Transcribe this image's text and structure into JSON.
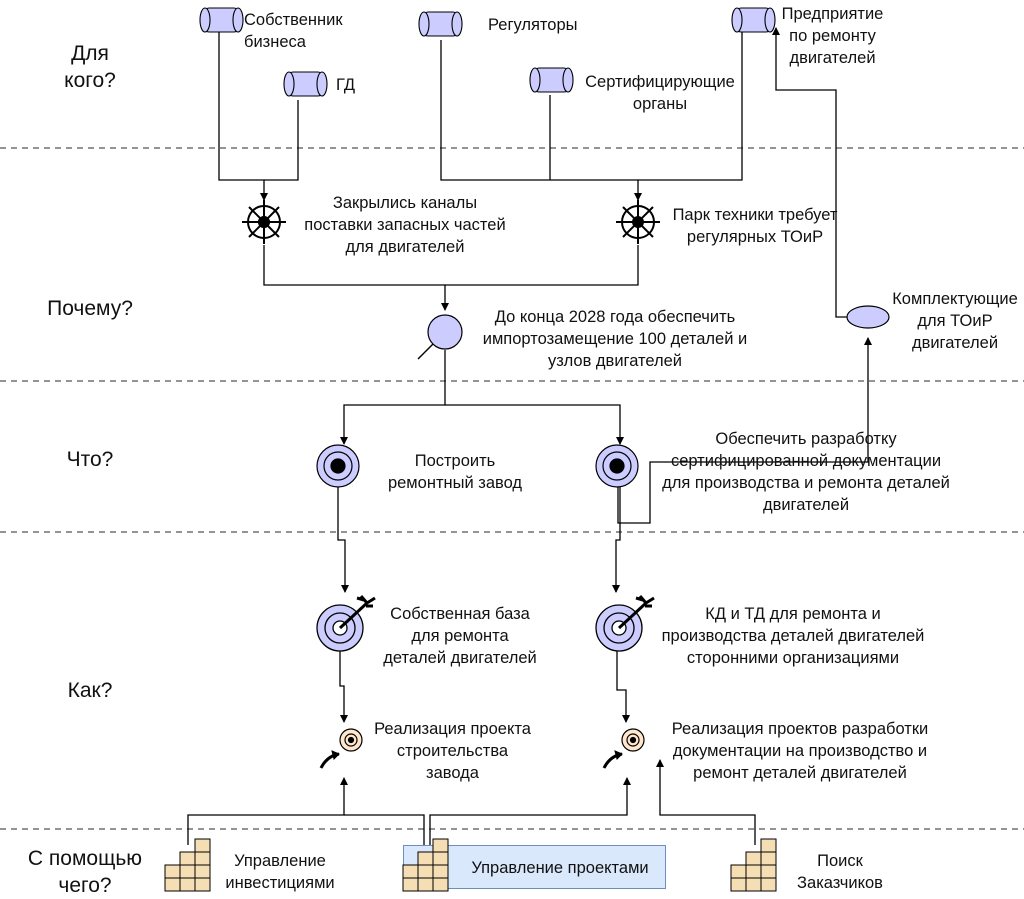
{
  "rows": {
    "who": "Для\nкого?",
    "why": "Почему?",
    "what": "Что?",
    "how": "Как?",
    "with_what": "С помощью\nчего?"
  },
  "stakeholders": {
    "owner": "Собственник\nбизнеса",
    "gd": "ГД",
    "regulators": "Регуляторы",
    "certifiers": "Сертифицирующие\nорганы",
    "repair_company": "Предприятие\nпо ремонту\nдвигателей"
  },
  "drivers": {
    "parts_supply": "Закрылись каналы\nпоставки запасных частей\nдля двигателей",
    "fleet_maintenance": "Парк техники требует\nрегулярных ТОиР"
  },
  "assessment": {
    "goal_2028": "До конца 2028 года обеспечить\nимпортозамещение 100 деталей и\nузлов двигателей",
    "components": "Комплектующие\nдля ТОиР\nдвигателей"
  },
  "goals": {
    "build_plant": "Построить\nремонтный завод",
    "documentation": "Обеспечить разработку\nсертифицированной документации\nдля производства и ремонта деталей\nдвигателей"
  },
  "outcomes": {
    "own_base": "Собственная база\nдля ремонта\nдеталей двигателей",
    "kd_td": "КД и ТД для ремонта и\nпроизводства деталей двигателей\nсторонними организациями"
  },
  "courses": {
    "plant_project": "Реализация проекта\nстроительства\nзавода",
    "doc_projects": "Реализация проектов разработки\nдокументации на производство и\nремонт деталей двигателей"
  },
  "capabilities": {
    "investment": "Управление\nинвестициями",
    "project_mgmt": "Управление проектами",
    "customer_search": "Поиск\nЗаказчиков"
  },
  "colors": {
    "element_fill": "#ccccff",
    "core_fill": "#ffe6cc",
    "capability_fill": "#f5deb3",
    "highlight_fill": "#dae8fc",
    "highlight_stroke": "#6c8ebf",
    "line": "#000000"
  }
}
